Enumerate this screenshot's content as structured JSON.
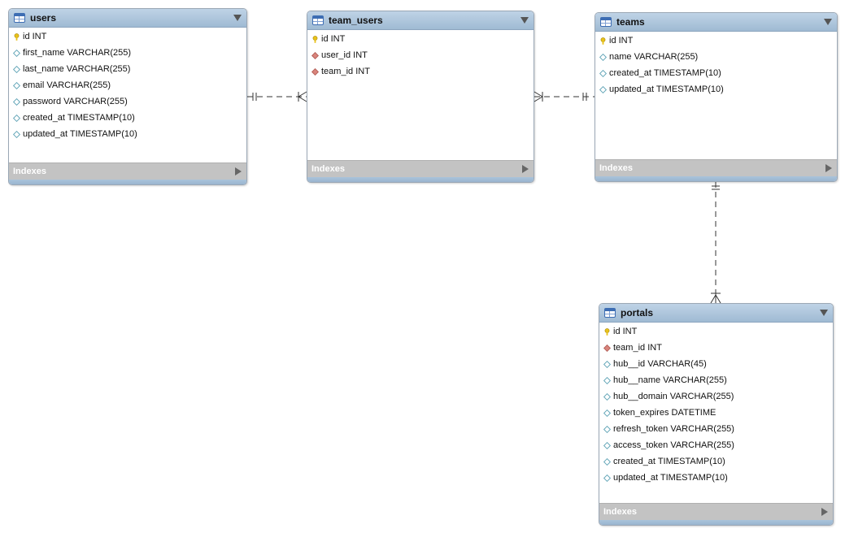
{
  "tables": [
    {
      "id": "users",
      "title": "users",
      "columns": [
        {
          "label": "id INT",
          "kind": "primary-key"
        },
        {
          "label": "first_name VARCHAR(255)",
          "kind": "column"
        },
        {
          "label": "last_name VARCHAR(255)",
          "kind": "column"
        },
        {
          "label": "email VARCHAR(255)",
          "kind": "column"
        },
        {
          "label": "password VARCHAR(255)",
          "kind": "column"
        },
        {
          "label": "created_at TIMESTAMP(10)",
          "kind": "column"
        },
        {
          "label": "updated_at TIMESTAMP(10)",
          "kind": "column"
        }
      ],
      "indexes_label": "Indexes"
    },
    {
      "id": "team_users",
      "title": "team_users",
      "columns": [
        {
          "label": "id INT",
          "kind": "primary-key"
        },
        {
          "label": "user_id INT",
          "kind": "foreign-key"
        },
        {
          "label": "team_id INT",
          "kind": "foreign-key"
        }
      ],
      "indexes_label": "Indexes"
    },
    {
      "id": "teams",
      "title": "teams",
      "columns": [
        {
          "label": "id INT",
          "kind": "primary-key"
        },
        {
          "label": "name VARCHAR(255)",
          "kind": "column"
        },
        {
          "label": "created_at TIMESTAMP(10)",
          "kind": "column"
        },
        {
          "label": "updated_at TIMESTAMP(10)",
          "kind": "column"
        }
      ],
      "indexes_label": "Indexes"
    },
    {
      "id": "portals",
      "title": "portals",
      "columns": [
        {
          "label": "id INT",
          "kind": "primary-key"
        },
        {
          "label": "team_id INT",
          "kind": "foreign-key"
        },
        {
          "label": "hub__id VARCHAR(45)",
          "kind": "column"
        },
        {
          "label": "hub__name VARCHAR(255)",
          "kind": "column"
        },
        {
          "label": "hub__domain VARCHAR(255)",
          "kind": "column"
        },
        {
          "label": "token_expires DATETIME",
          "kind": "column"
        },
        {
          "label": "refresh_token VARCHAR(255)",
          "kind": "column"
        },
        {
          "label": "access_token VARCHAR(255)",
          "kind": "column"
        },
        {
          "label": "created_at TIMESTAMP(10)",
          "kind": "column"
        },
        {
          "label": "updated_at TIMESTAMP(10)",
          "kind": "column"
        }
      ],
      "indexes_label": "Indexes"
    }
  ],
  "relationships": [
    {
      "from": "users",
      "to": "team_users",
      "from_cardinality": "one",
      "to_cardinality": "many"
    },
    {
      "from": "teams",
      "to": "team_users",
      "from_cardinality": "one",
      "to_cardinality": "many"
    },
    {
      "from": "teams",
      "to": "portals",
      "from_cardinality": "one",
      "to_cardinality": "many"
    }
  ],
  "colors": {
    "header": "#a9c3db",
    "indexes_bar": "#c3c3c3",
    "primary_key": "#e8c21a",
    "foreign_key": "#d9847c",
    "column_diamond": "#5aa0b4",
    "connector": "#333333"
  }
}
